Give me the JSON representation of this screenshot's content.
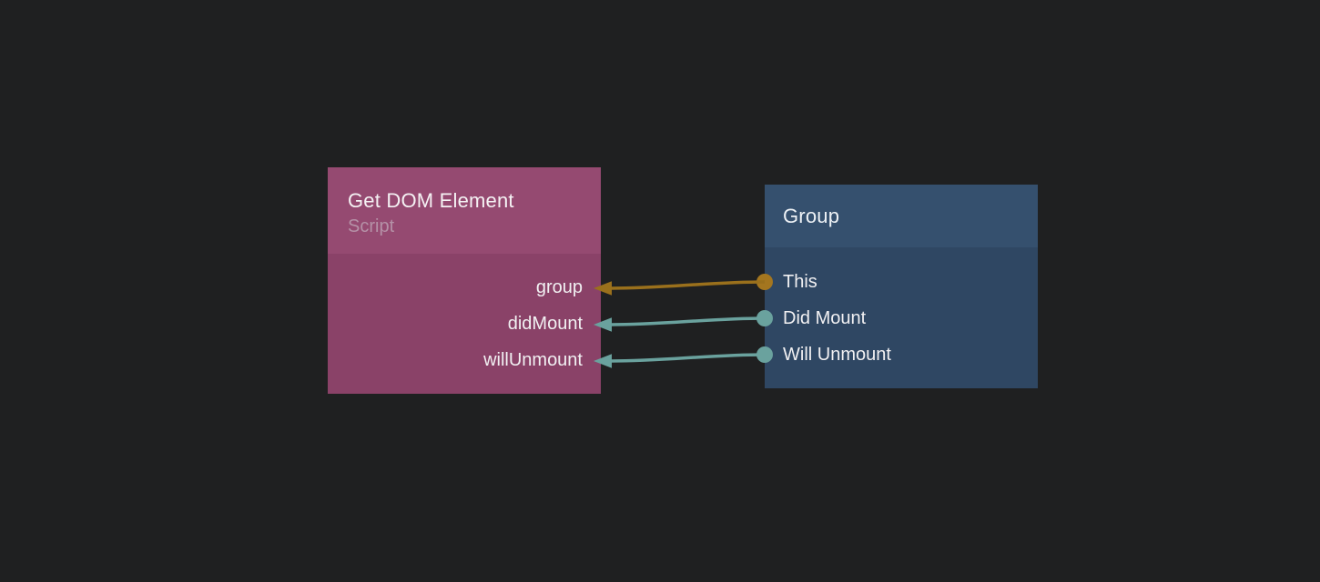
{
  "canvas": {
    "background_color": "#1f2021"
  },
  "nodes": [
    {
      "id": "get-dom-element",
      "title": "Get DOM Element",
      "subtitle": "Script",
      "header_color": "#954a71",
      "body_color": "#8a4268",
      "title_color": "#f5f2f4",
      "subtitle_color": "#b591a7",
      "ports": [
        {
          "label": "group",
          "direction": "input",
          "color": "#9a701c"
        },
        {
          "label": "didMount",
          "direction": "input",
          "color": "#6aa29e"
        },
        {
          "label": "willUnmount",
          "direction": "input",
          "color": "#6aa29e"
        }
      ]
    },
    {
      "id": "group",
      "title": "Group",
      "header_color": "#35506e",
      "body_color": "#2f4763",
      "title_color": "#eef2f6",
      "ports": [
        {
          "label": "This",
          "direction": "output",
          "color": "#a4761f"
        },
        {
          "label": "Did Mount",
          "direction": "output",
          "color": "#6aa29e"
        },
        {
          "label": "Will Unmount",
          "direction": "output",
          "color": "#6aa29e"
        }
      ]
    }
  ],
  "connections": [
    {
      "from": "Group / This",
      "to": "Get DOM Element / group",
      "color": "#9a701c"
    },
    {
      "from": "Group / Did Mount",
      "to": "Get DOM Element / didMount",
      "color": "#6aa29e"
    },
    {
      "from": "Group / Will Unmount",
      "to": "Get DOM Element / willUnmount",
      "color": "#6aa29e"
    }
  ]
}
